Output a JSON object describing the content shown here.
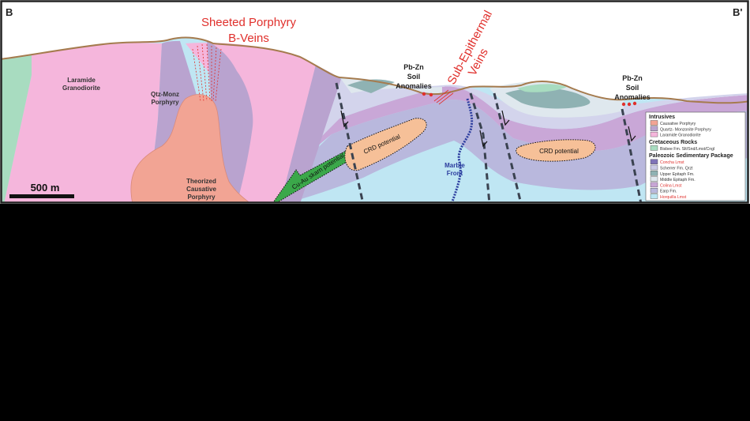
{
  "section_labels": {
    "left": "B",
    "right": "B'"
  },
  "annotations": {
    "sheeted_line1": "Sheeted Porphyry",
    "sheeted_line2": "B-Veins",
    "subepi_line1": "Sub-Epithermal",
    "subepi_line2": "Veins",
    "pbzn_left": [
      "Pb-Zn",
      "Soil",
      "Anomalies"
    ],
    "pbzn_right": [
      "Pb-Zn",
      "Soil",
      "Anomalies"
    ],
    "marble_front": [
      "Marble",
      "Front"
    ]
  },
  "rock_labels": {
    "laramide": [
      "Laramide",
      "Granodiorite"
    ],
    "qtz_monz": [
      "Qtz-Monz",
      "Porphyry"
    ],
    "theorized": [
      "Theorized",
      "Causative",
      "Porphyry"
    ],
    "skarn": "Cu-Au skarn potential",
    "crd_left": "CRD potential",
    "crd_right": "CRD potential"
  },
  "scale_bar": {
    "label": "500 m"
  },
  "legend": {
    "intrusives_title": "Intrusives",
    "intrusives": [
      {
        "label": "Causative Porphyry",
        "color": "#f2a494",
        "text_color": "#333333"
      },
      {
        "label": "Quartz- Monzonite Porphyry",
        "color": "#b9a3cf",
        "text_color": "#333333"
      },
      {
        "label": "Laramide Granodiorite",
        "color": "#f5b6dc",
        "text_color": "#333333"
      }
    ],
    "cretaceous_title": "Cretaceous Rocks",
    "cretaceous": [
      {
        "label": "Bisbee Fm. Slt/Snd/Lmst/Cngl",
        "color": "#a8dcc0",
        "text_color": "#333333"
      }
    ],
    "paleozoic_title": "Paleozoic Sedimentary Package",
    "paleozoic": [
      {
        "label": "Concha Lmst",
        "color": "#7f73b8",
        "text_color": "#e0302c"
      },
      {
        "label": "Scherrer Fm. Qrzt",
        "color": "#c9c9e6",
        "text_color": "#333333"
      },
      {
        "label": "Upper Epitaph Fm.",
        "color": "#8fb2b3",
        "text_color": "#333333"
      },
      {
        "label": "Middle Epitaph Fm.",
        "color": "#dfe8ee",
        "text_color": "#333333"
      },
      {
        "label": "Colina Lmst",
        "color": "#c8a6d6",
        "text_color": "#e0302c"
      },
      {
        "label": "Earp Fm.",
        "color": "#b9b8dd",
        "text_color": "#333333"
      },
      {
        "label": "Horquilla Lmst",
        "color": "#bde6f2",
        "text_color": "#e0302c"
      }
    ]
  },
  "colors": {
    "red_annotation": "#e0302c",
    "marble_front": "#2b3c9e",
    "fault": "#3a4250",
    "topography": "#a57b4e"
  }
}
